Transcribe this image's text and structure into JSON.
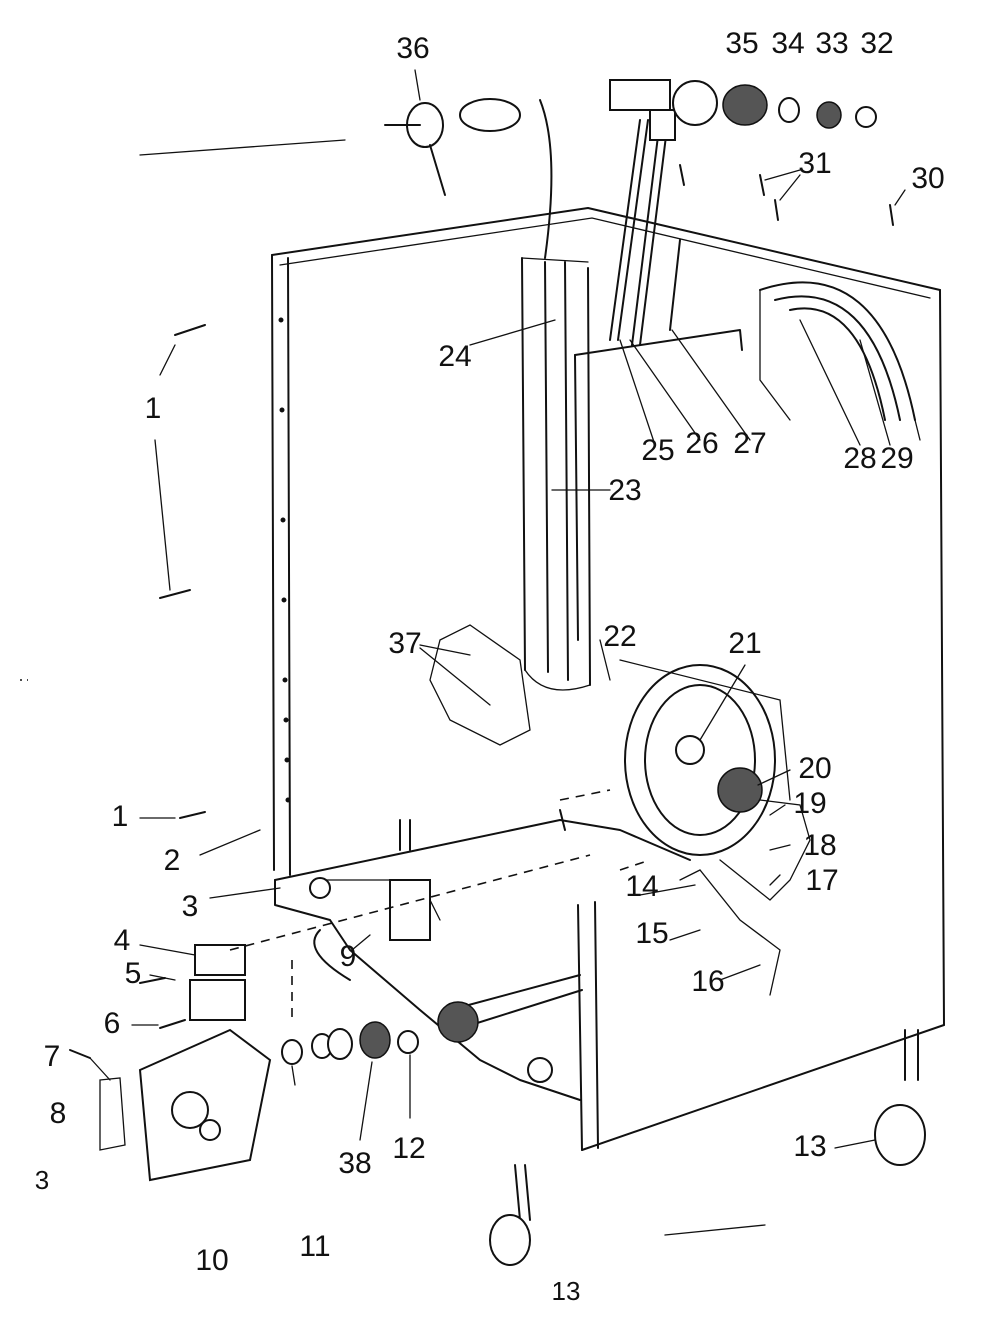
{
  "callouts": [
    "1",
    "1",
    "2",
    "3",
    "4",
    "5",
    "6",
    "7",
    "8",
    "3",
    "9",
    "10",
    "11",
    "38",
    "12",
    "13",
    "13",
    "14",
    "15",
    "16",
    "17",
    "18",
    "19",
    "20",
    "21",
    "22",
    "37",
    "23",
    "24",
    "25",
    "26",
    "27",
    "28",
    "29",
    "30",
    "31",
    "32",
    "33",
    "34",
    "35",
    "36"
  ]
}
